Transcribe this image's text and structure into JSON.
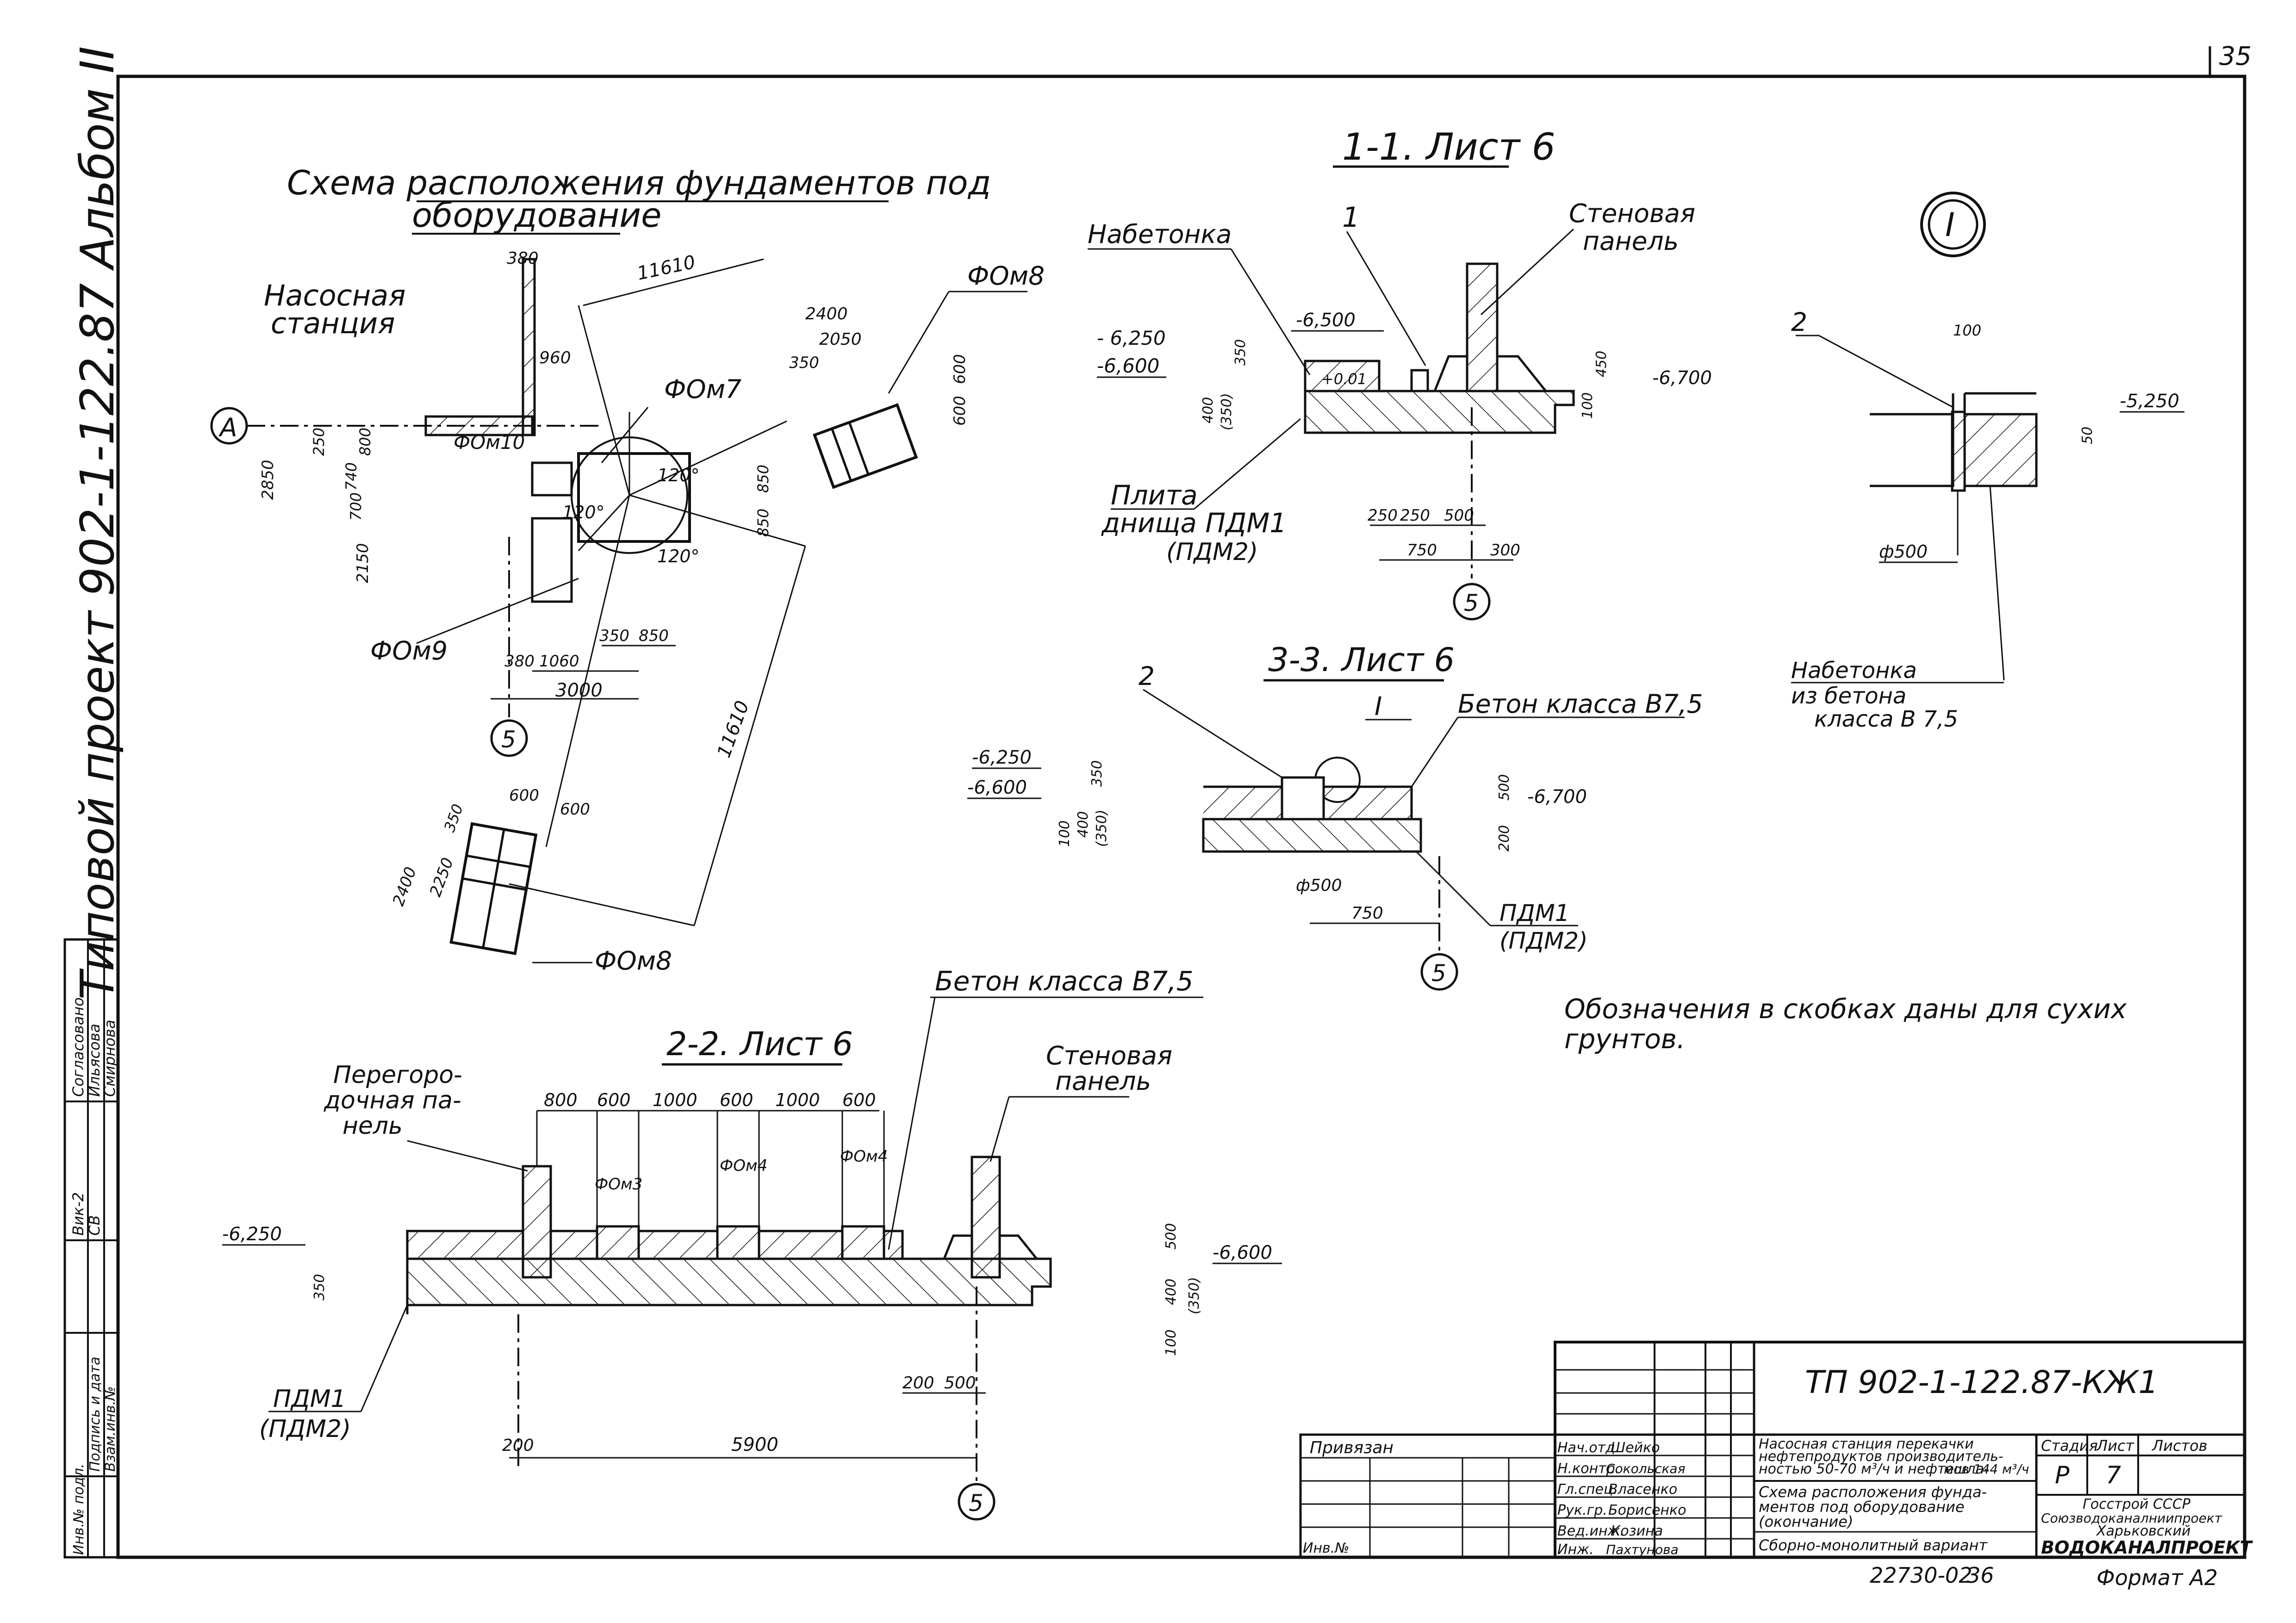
{
  "sheet_no": "35",
  "side_label": "Типовой проект 902-1-122.87 Альбом II",
  "plan": {
    "title_line1": "Схема расположения фундаментов под",
    "title_line2": "оборудование",
    "pump_station_1": "Насосная",
    "pump_station_2": "станция",
    "axis_a": "А",
    "axis_5": "5",
    "labels": {
      "fom7": "ФОм7",
      "fom8a": "ФОм8",
      "fom8b": "ФОм8",
      "fom9": "ФОм9",
      "fom10": "ФОм10",
      "ang1": "120°",
      "ang2": "120°",
      "ang3": "120°"
    },
    "dims": {
      "d380a": "380",
      "d960": "960",
      "d11610a": "11610",
      "d11610b": "11610",
      "d2400a": "2400",
      "d2050": "2050",
      "d350a": "350",
      "d600a": "600",
      "d600b": "600",
      "d2850": "2850",
      "d250": "250",
      "d740": "740",
      "d800": "800",
      "d700": "700",
      "d2150": "2150",
      "d850a": "850",
      "d850b": "850",
      "d380b": "380",
      "d1060": "1060",
      "d3000": "3000",
      "d350b": "350",
      "d850c": "850",
      "d600c": "600",
      "d600d": "600",
      "d2400b": "2400",
      "d2250": "2250",
      "d350c": "350"
    }
  },
  "section11": {
    "title": "1-1. Лист 6",
    "nabetonka": "Набетонка",
    "wall_panel_1": "Стеновая",
    "wall_panel_2": "панель",
    "callout_1": "1",
    "slab_1": "Плита",
    "slab_2": "днища ПДМ1",
    "slab_3": "(ПДМ2)",
    "axis_5": "5",
    "levels": {
      "l6250": "- 6,250",
      "l6600": "-6,600",
      "l6500": "-6,500",
      "l001": "+0.01",
      "l6700": "-6,700"
    },
    "dims": {
      "d350": "350",
      "d400": "400",
      "d350p": "(350)",
      "d450": "450",
      "d100": "100",
      "d250a": "250",
      "d250b": "250",
      "d500": "500",
      "d750": "750",
      "d300": "300"
    }
  },
  "detail1": {
    "mark": "I",
    "callout_2": "2",
    "d100": "100",
    "level": "-5,250",
    "d50": "50",
    "dia": "ф500",
    "nab_1": "Набетонка",
    "nab_2": "из бетона",
    "nab_3": "класса В 7,5"
  },
  "section33": {
    "title": "3-3. Лист 6",
    "callout_2": "2",
    "detail_i": "I",
    "concrete": "Бетон класса В7,5",
    "slab_1": "ПДМ1",
    "slab_2": "(ПДМ2)",
    "axis_5": "5",
    "levels": {
      "l6250": "-6,250",
      "l6600": "-6,600",
      "l6700": "-6,700"
    },
    "dims": {
      "d350": "350",
      "d400": "400",
      "d350p": "(350)",
      "d100": "100",
      "d500": "500",
      "d200": "200",
      "dia500": "ф500",
      "d750": "750"
    }
  },
  "note": {
    "line1": "Обозначения в скобках даны для сухих",
    "line2": "грунтов."
  },
  "section22": {
    "title": "2-2. Лист 6",
    "partition_1": "Перегоро-",
    "partition_2": "дочная па-",
    "partition_3": "нель",
    "concrete": "Бетон класса В7,5",
    "wall_panel_1": "Стеновая",
    "wall_panel_2": "панель",
    "fom3": "ФОм3",
    "fom4a": "ФОм4",
    "fom4b": "ФОм4",
    "slab_1": "ПДМ1",
    "slab_2": "(ПДМ2)",
    "axis_5": "5",
    "levels": {
      "l6250": "-6,250",
      "l6600": "-6,600"
    },
    "top_dims": [
      "800",
      "600",
      "1000",
      "600",
      "1000",
      "600"
    ],
    "dims": {
      "d350": "350",
      "d500": "500",
      "d400": "400",
      "d350p": "(350)",
      "d100": "100",
      "d200a": "200",
      "d500b": "500",
      "d200b": "200",
      "d5900": "5900"
    }
  },
  "stamp_left": {
    "r1": "Согласовано",
    "r2": "Ильясова",
    "r3": "Смирнова",
    "r4": "Вик-2",
    "r5": "СВ",
    "r6": "Взам.инв.№",
    "r7": "Подпись и дата",
    "r8": "Инв.№ подл."
  },
  "title_block": {
    "code": "ТП 902-1-122.87-КЖ1",
    "privyazan": "Привязан",
    "inv": "Инв.№",
    "roles": [
      "Нач.отд.",
      "Н.контр.",
      "Гл.спец.",
      "Рук.гр.",
      "Вед.инж.",
      "Инж."
    ],
    "names": [
      "Шейко",
      "Сокольская",
      "Власенко",
      "Борисенко",
      "Козина",
      "Пахтунова"
    ],
    "desc1": "Насосная станция перекачки",
    "desc2": "нефтепродуктов производитель-",
    "desc3": "ностью 50-70 м³/ч и нефтешла-",
    "desc4": "мов 144 м³/ч",
    "sheet_desc1": "Схема расположения фунда-",
    "sheet_desc2": "ментов под оборудование",
    "sheet_desc3": "(окончание)",
    "sheet_desc4": "Сборно-монолитный вариант",
    "h_stage": "Стадия",
    "h_sheet": "Лист",
    "h_sheets": "Листов",
    "stage": "Р",
    "sheet": "7",
    "org1": "Госстрой СССР",
    "org2": "Союзводоканалниипроект",
    "org3": "Харьковский",
    "org4": "ВОДОКАНАЛПРОЕКТ",
    "bottom_num": "22730-02",
    "bottom_page": "36",
    "format": "Формат А2"
  }
}
